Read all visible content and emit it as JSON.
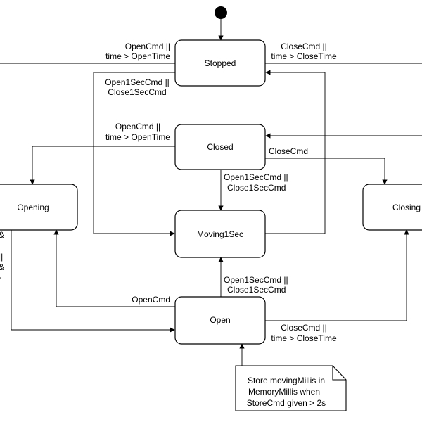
{
  "diagram": {
    "states": {
      "stopped": "Stopped",
      "closed": "Closed",
      "moving1sec": "Moving1Sec",
      "opening": "Opening",
      "closing": "Closing",
      "open": "Open"
    },
    "labels": {
      "stopped_opencmd_1": "OpenCmd ||",
      "stopped_opencmd_2": "time > OpenTime",
      "stopped_closecmd_1": "CloseCmd ||",
      "stopped_closecmd_2": "time > CloseTime",
      "stopped_open1sec_1": "Open1SecCmd ||",
      "stopped_open1sec_2": "Close1SecCmd",
      "closed_opencmd_1": "OpenCmd ||",
      "closed_opencmd_2": "time > OpenTime",
      "closed_closecmd": "CloseCmd",
      "closed_open1sec_1": "Open1SecCmd ||",
      "closed_open1sec_2": "Close1SecCmd",
      "open_open1sec_1": "Open1SecCmd ||",
      "open_open1sec_2": "Close1SecCmd",
      "open_opencmd": "OpenCmd",
      "open_closecmd_1": "CloseCmd ||",
      "open_closecmd_2": "time > CloseTime",
      "left_fragment_1": "&",
      "left_fragment_2": "||",
      "left_fragment_3": "&",
      "left_fragment_4": "-"
    },
    "note": {
      "line1": "Store movingMillis in",
      "line2": "MemoryMillis when",
      "line3": "StoreCmd given > 2s"
    }
  }
}
